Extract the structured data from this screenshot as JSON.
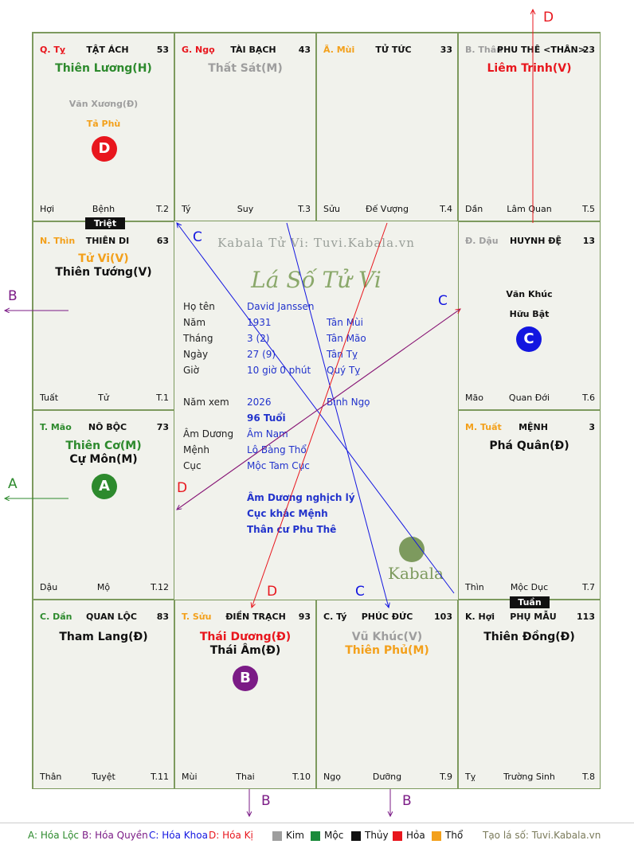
{
  "colors": {
    "green": "#2d8a2d",
    "red": "#e8161d",
    "blue": "#1316e0",
    "purple": "#7b1b86",
    "orange": "#f3a01b",
    "gray": "#9e9e9e",
    "black": "#111111",
    "navy": "#2233cc"
  },
  "cells": {
    "ty": {
      "can": "Q. Tỵ",
      "palace": "TẬT ÁCH",
      "num": "53",
      "main1": "Thiên Lương(H)",
      "minor1": "Văn Xương(Đ)",
      "minor2": "Tả Phù",
      "circle": "D",
      "bl": "Hợi",
      "bc": "Bệnh",
      "br": "T.2"
    },
    "ngo": {
      "can": "G. Ngọ",
      "palace": "TÀI BẠCH",
      "num": "43",
      "main1": "Thất Sát(M)",
      "bl": "Tý",
      "bc": "Suy",
      "br": "T.3"
    },
    "mui": {
      "can": "Ã. Mùi",
      "palace": "TỬ TỨC",
      "num": "33",
      "bl": "Sửu",
      "bc": "Đế Vượng",
      "br": "T.4"
    },
    "than": {
      "can": "B. Thân",
      "palace": "PHU THÊ <THÂN>",
      "num": "23",
      "main1": "Liêm Trinh(V)",
      "bl": "Dần",
      "bc": "Lâm Quan",
      "br": "T.5"
    },
    "thin": {
      "can": "N. Thìn",
      "palace": "THIÊN DI",
      "num": "63",
      "main1": "Tử Vi(V)",
      "main2": "Thiên Tướng(V)",
      "tag": "Triệt",
      "bl": "Tuất",
      "bc": "Tử",
      "br": "T.1"
    },
    "dau": {
      "can": "Đ. Dậu",
      "palace": "HUYNH ĐỆ",
      "num": "13",
      "minor1": "Văn Khúc",
      "minor2": "Hữu Bật",
      "circle": "C",
      "bl": "Mão",
      "bc": "Quan Đới",
      "br": "T.6"
    },
    "mao": {
      "can": "T. Mão",
      "palace": "NÔ BỘC",
      "num": "73",
      "main1": "Thiên Cơ(M)",
      "main2": "Cự Môn(M)",
      "circle": "A",
      "bl": "Dậu",
      "bc": "Mộ",
      "br": "T.12"
    },
    "tuat": {
      "can": "M. Tuất",
      "palace": "MỆNH",
      "num": "3",
      "main1": "Phá Quân(Đ)",
      "tag": "Tuần",
      "bl": "Thìn",
      "bc": "Mộc Dục",
      "br": "T.7"
    },
    "dan": {
      "can": "C. Dần",
      "palace": "QUAN LỘC",
      "num": "83",
      "main1": "Tham Lang(Đ)",
      "bl": "Thân",
      "bc": "Tuyệt",
      "br": "T.11"
    },
    "suu": {
      "can": "T. Sửu",
      "palace": "ĐIỀN TRẠCH",
      "num": "93",
      "main1": "Thái Dương(Đ)",
      "main2": "Thái Âm(Đ)",
      "circle": "B",
      "bl": "Mùi",
      "bc": "Thai",
      "br": "T.10"
    },
    "tys": {
      "can": "C. Tý",
      "palace": "PHÚC ĐỨC",
      "num": "103",
      "main1": "Vũ Khúc(V)",
      "main2": "Thiên Phủ(M)",
      "bl": "Ngọ",
      "bc": "Dưỡng",
      "br": "T.9"
    },
    "hoi": {
      "can": "K. Hợi",
      "palace": "PHỤ MẪU",
      "num": "113",
      "main1": "Thiên Đồng(Đ)",
      "bl": "Tỵ",
      "bc": "Trường Sinh",
      "br": "T.8"
    }
  },
  "center": {
    "watermark": "Kabala Tử Vi: Tuvi.Kabala.vn",
    "title": "Lá Số Tử Vi",
    "ho_ten_label": "Họ tên",
    "ho_ten": "David Janssen",
    "nam_label": "Năm",
    "nam": "1931",
    "nam_can": "Tân Mùi",
    "thang_label": "Tháng",
    "thang": "3  (2)",
    "thang_can": "Tân Mão",
    "ngay_label": "Ngày",
    "ngay": "27  (9)",
    "ngay_can": "Tân Tỵ",
    "gio_label": "Giờ",
    "gio": "10 giờ 0 phút",
    "gio_can": "Quý Tỵ",
    "namxem_label": "Năm xem",
    "namxem": "2026",
    "namxem_can": "Bính Ngọ",
    "tuoi": "96 Tuổi",
    "amduong_label": "Âm Dương",
    "amduong": "Âm Nam",
    "menh_label": "Mệnh",
    "menh": "Lộ Bàng Thổ",
    "cuc_label": "Cục",
    "cuc": "Mộc Tam Cục",
    "note1": "Âm Dương nghịch lý",
    "note2": "Cục khắc Mệnh",
    "note3": "Thân cư Phu Thê",
    "logo": "Kabala"
  },
  "arrows": {
    "d_top": "D",
    "b_left": "B",
    "a_left": "A",
    "b_bottom1": "B",
    "b_bottom2": "B",
    "c_a": "C",
    "c_b": "C",
    "c_c": "C",
    "d_a": "D",
    "d_b": "D"
  },
  "legend": {
    "a": "A: Hóa Lộc",
    "b": "B: Hóa Quyền",
    "c": "C: Hóa Khoa",
    "d": "D: Hóa Kị",
    "kim": "Kim",
    "moc": "Mộc",
    "thuy": "Thủy",
    "hoa": "Hỏa",
    "tho": "Thổ",
    "site": "Tạo lá số: Tuvi.Kabala.vn"
  }
}
